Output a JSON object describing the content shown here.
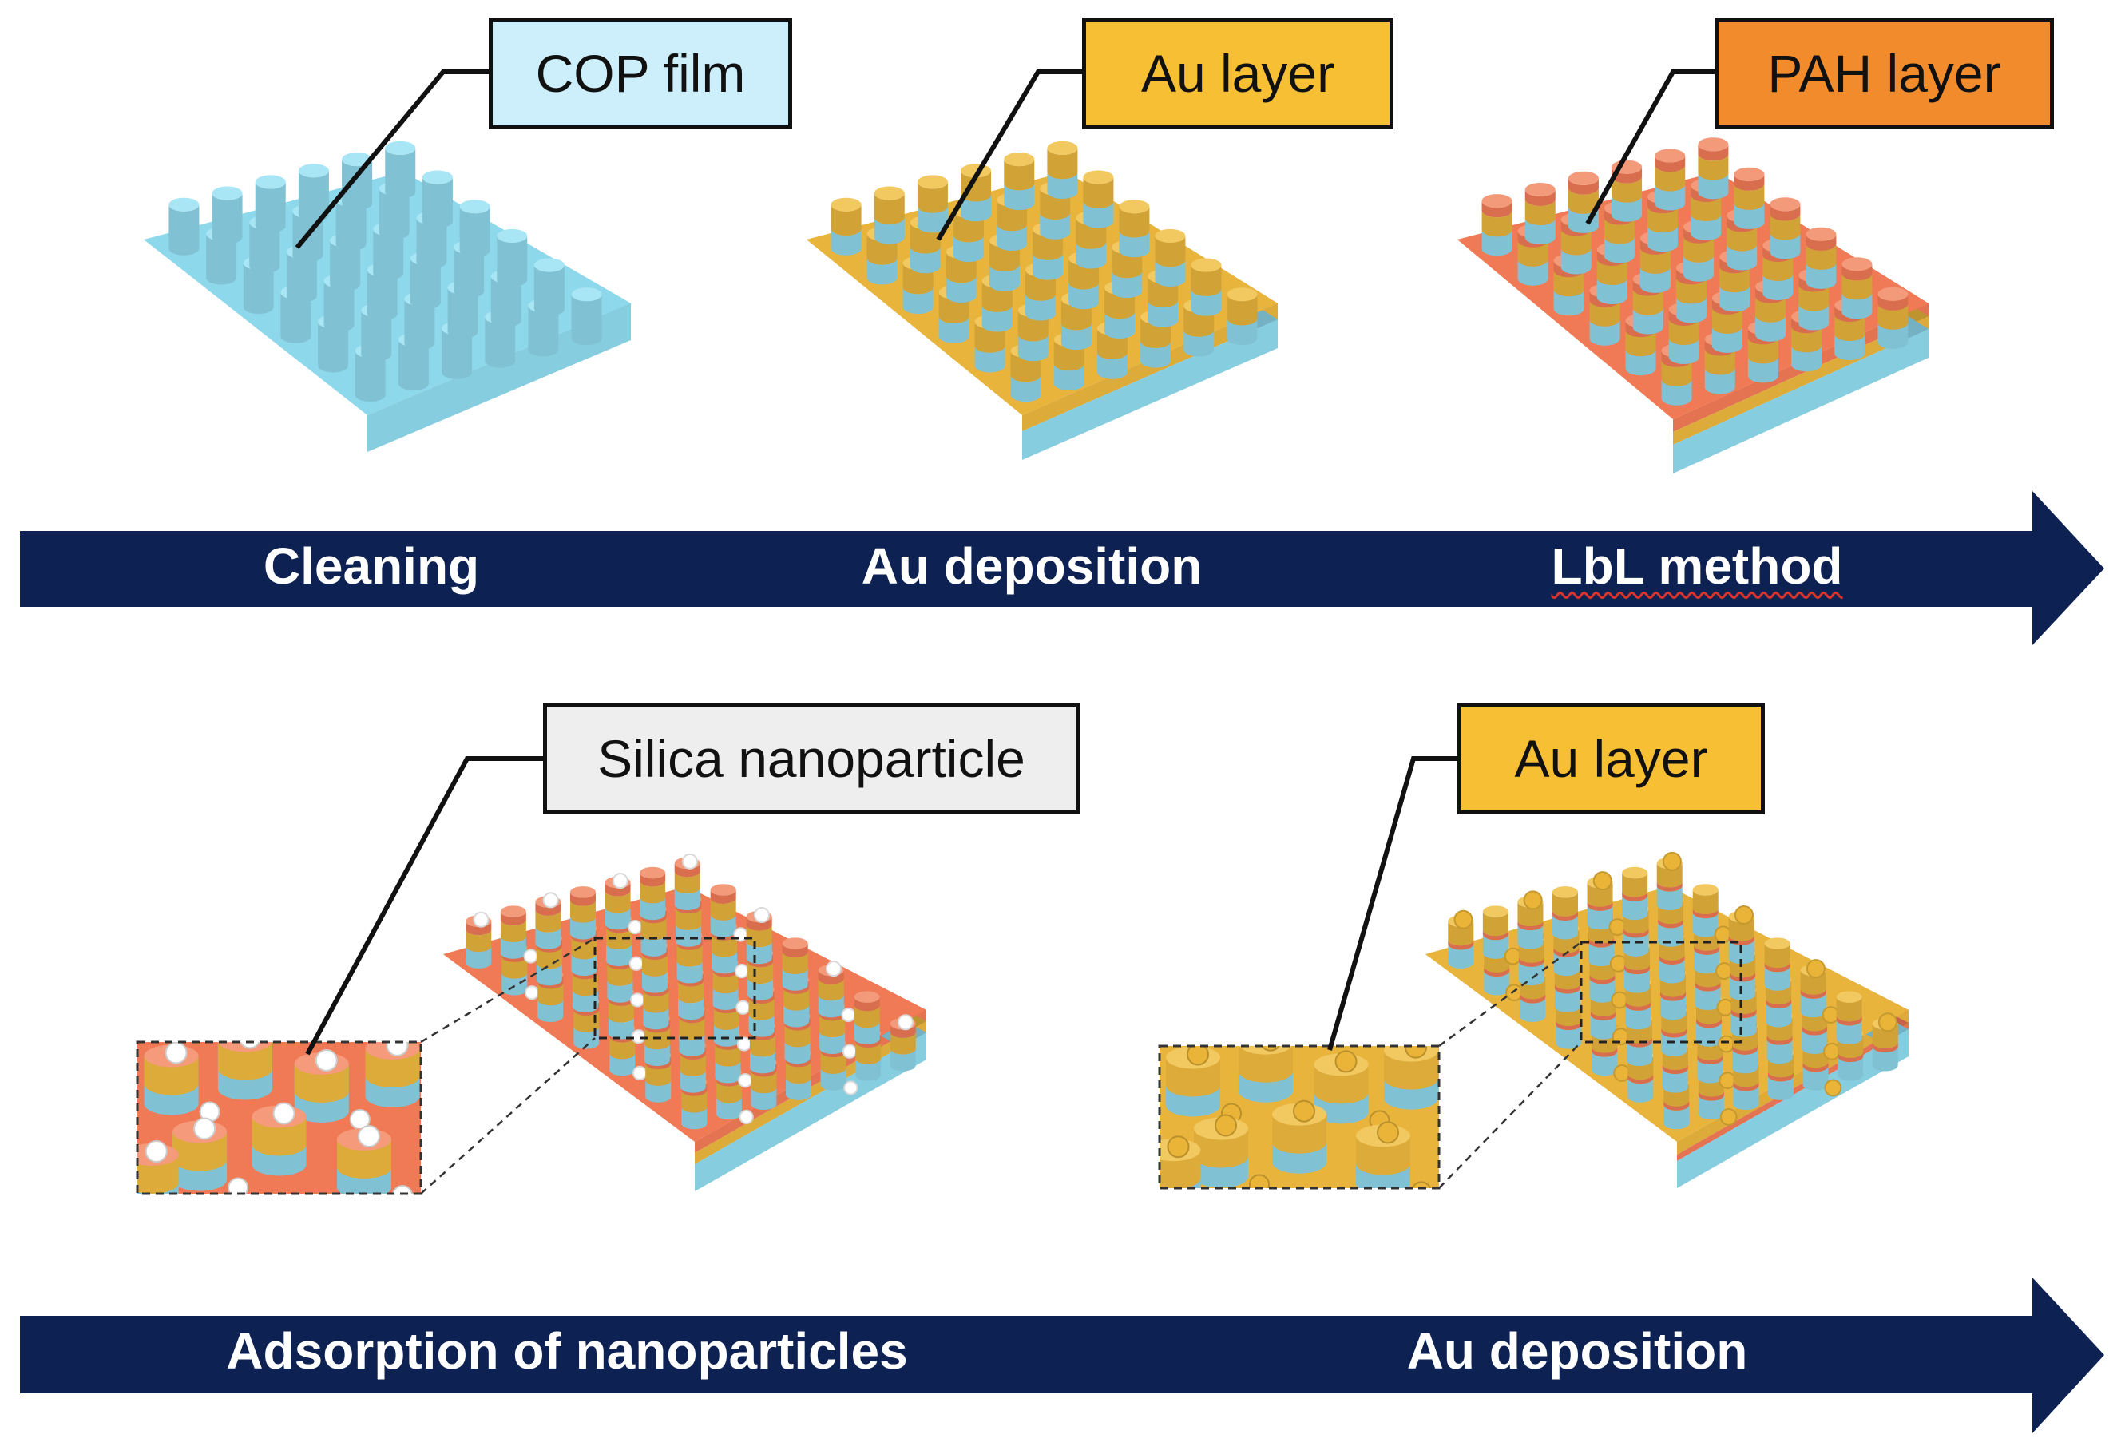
{
  "labels": {
    "cop_film": "COP film",
    "au_layer_top": "Au layer",
    "pah_layer": "PAH layer",
    "silica_nanoparticle": "Silica nanoparticle",
    "au_layer_bottom": "Au layer"
  },
  "arrow_top": {
    "steps": [
      "Cleaning",
      "Au deposition",
      "LbL method"
    ]
  },
  "arrow_bottom": {
    "steps": [
      "Adsorption of nanoparticles",
      "Au deposition"
    ]
  },
  "colors": {
    "cop": "#8ed8ec",
    "gold": "#e8b43c",
    "pah": "#f07a55",
    "arrow": "#0d2253",
    "label_cop": "#cdeefb",
    "label_au": "#f7bf33",
    "label_pah": "#f28b2c",
    "label_silica": "#eeeeee"
  }
}
